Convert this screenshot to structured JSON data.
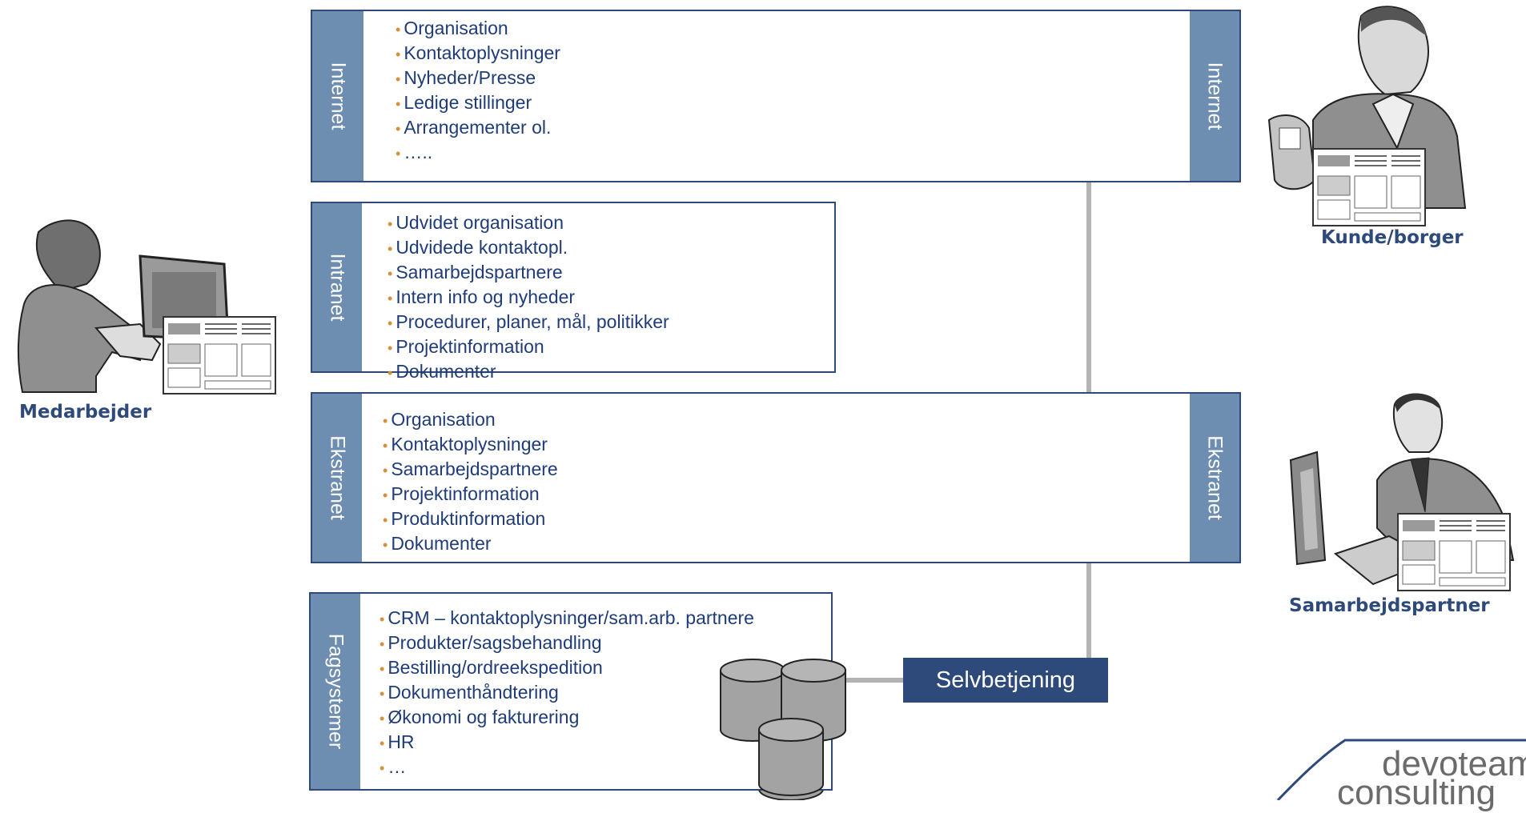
{
  "sections": {
    "internet": {
      "tab_label": "Internet",
      "items": [
        "Organisation",
        "Kontaktoplysninger",
        "Nyheder/Presse",
        "Ledige stillinger",
        "Arrangementer ol.",
        "….."
      ]
    },
    "intranet": {
      "tab_label": "Intranet",
      "items": [
        "Udvidet organisation",
        "Udvidede kontaktopl.",
        "Samarbejdspartnere",
        "Intern info og nyheder",
        "Procedurer, planer, mål, politikker",
        "Projektinformation",
        "Dokumenter"
      ]
    },
    "ekstranet": {
      "tab_label": "Ekstranet",
      "items": [
        "Organisation",
        "Kontaktoplysninger",
        "Samarbejdspartnere",
        "Projektinformation",
        "Produktinformation",
        "Dokumenter"
      ]
    },
    "fagsystemer": {
      "tab_label": "Fagsystemer",
      "items": [
        "CRM – kontaktoplysninger/sam.arb. partnere",
        "Produkter/sagsbehandling",
        "Bestilling/ordreekspedition",
        "Dokumenthåndtering",
        "Økonomi og fakturering",
        "HR",
        "…"
      ]
    }
  },
  "right_tabs": {
    "internet": "Internet",
    "ekstranet": "Ekstranet"
  },
  "selvbetjening": "Selvbetjening",
  "people": {
    "medarbejder": "Medarbejder",
    "kunde": "Kunde/borger",
    "samarbejdspartner": "Samarbejdspartner"
  },
  "logo": {
    "line1": "devoteam",
    "line2": "consulting"
  },
  "colors": {
    "tab": "#6d8db1",
    "border": "#2f4a78",
    "text": "#1f3c78",
    "bullet": "#d7903a",
    "connector": "#b3b3b3",
    "cylinder": "#9c9c9c"
  }
}
